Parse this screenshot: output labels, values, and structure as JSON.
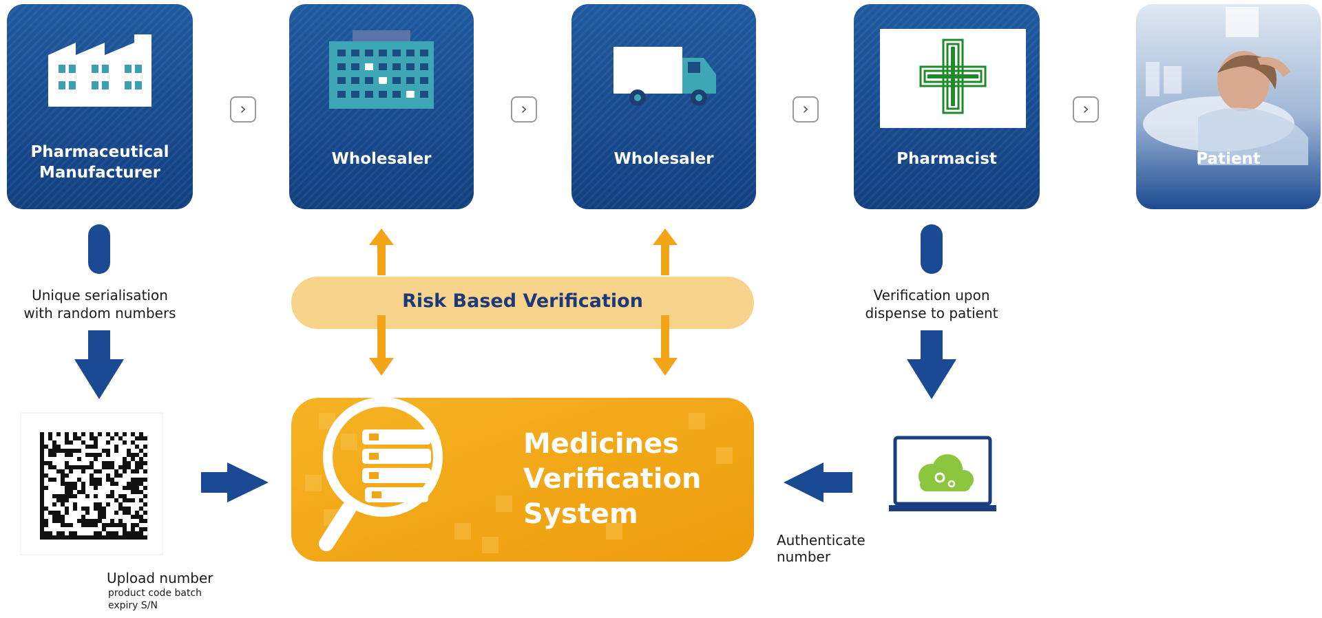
{
  "actors": [
    {
      "title": "Pharmaceutical\nManufacturer",
      "icon": "factory-icon"
    },
    {
      "title": "Wholesaler",
      "icon": "building-icon"
    },
    {
      "title": "Wholesaler",
      "icon": "truck-icon"
    },
    {
      "title": "Pharmacist",
      "icon": "pharmacy-cross-icon"
    },
    {
      "title": "Patient",
      "icon": "patient-photo"
    }
  ],
  "chain_arrow_glyph": "›",
  "left_flow": {
    "label": "Unique serialisation\nwith random numbers"
  },
  "right_flow": {
    "label": "Verification upon\ndispense to patient"
  },
  "risk_band": {
    "label": "Risk Based Verification"
  },
  "mvs": {
    "title": "Medicines\nVerification\nSystem"
  },
  "upload": {
    "label": "Upload number",
    "sub": "product code batch\nexpiry S/N"
  },
  "authenticate": {
    "label": "Authenticate\nnumber"
  },
  "colors": {
    "card_blue_top": "#1f5aa0",
    "card_blue_bottom": "#123f80",
    "arrow_blue": "#1b4a95",
    "orange": "#f2a516",
    "orange_light": "#f7d086",
    "band": "#f7d38c",
    "band_text": "#1c3a78",
    "pharmacy_green": "#1e8a2a",
    "cloud_green": "#8cc63f"
  }
}
